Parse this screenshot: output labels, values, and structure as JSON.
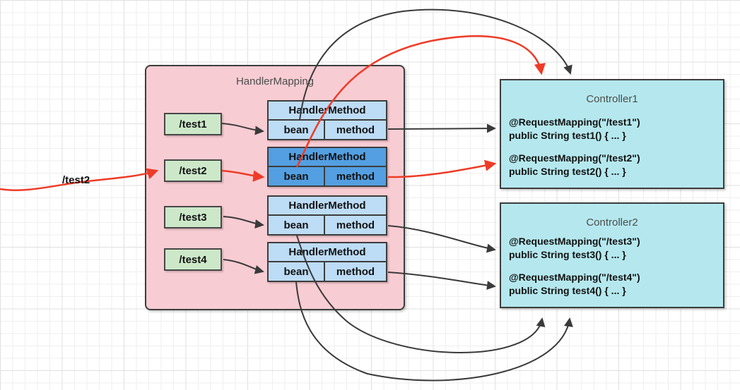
{
  "diagram": {
    "incoming_request_label": "/test2",
    "handler_mapping": {
      "title": "HandlerMapping",
      "routes": [
        {
          "label": "/test1"
        },
        {
          "label": "/test2"
        },
        {
          "label": "/test3"
        },
        {
          "label": "/test4"
        }
      ],
      "handler_methods": [
        {
          "title": "HandlerMethod",
          "bean_label": "bean",
          "method_label": "method",
          "state": "default"
        },
        {
          "title": "HandlerMethod",
          "bean_label": "bean",
          "method_label": "method",
          "state": "highlighted"
        },
        {
          "title": "HandlerMethod",
          "bean_label": "bean",
          "method_label": "method",
          "state": "default"
        },
        {
          "title": "HandlerMethod",
          "bean_label": "bean",
          "method_label": "method",
          "state": "default"
        }
      ]
    },
    "controllers": [
      {
        "title": "Controller1",
        "methods": [
          {
            "annotation": "@RequestMapping(\"/test1\")",
            "signature": "public String test1() { ... }"
          },
          {
            "annotation": "@RequestMapping(\"/test2\")",
            "signature": "public String test2() { ... }"
          }
        ]
      },
      {
        "title": "Controller2",
        "methods": [
          {
            "annotation": "@RequestMapping(\"/test3\")",
            "signature": "public String test3() { ... }"
          },
          {
            "annotation": "@RequestMapping(\"/test4\")",
            "signature": "public String test4() { ... }"
          }
        ]
      }
    ],
    "colors": {
      "highlight_red": "#ee3b27",
      "arrow_black": "#3a3a3a",
      "container_pink": "#f8ccd3",
      "route_green": "#cce8c9",
      "handler_blue": "#bddcf5",
      "handler_blue_active": "#539fe1",
      "controller_cyan": "#b5e8ee"
    }
  }
}
